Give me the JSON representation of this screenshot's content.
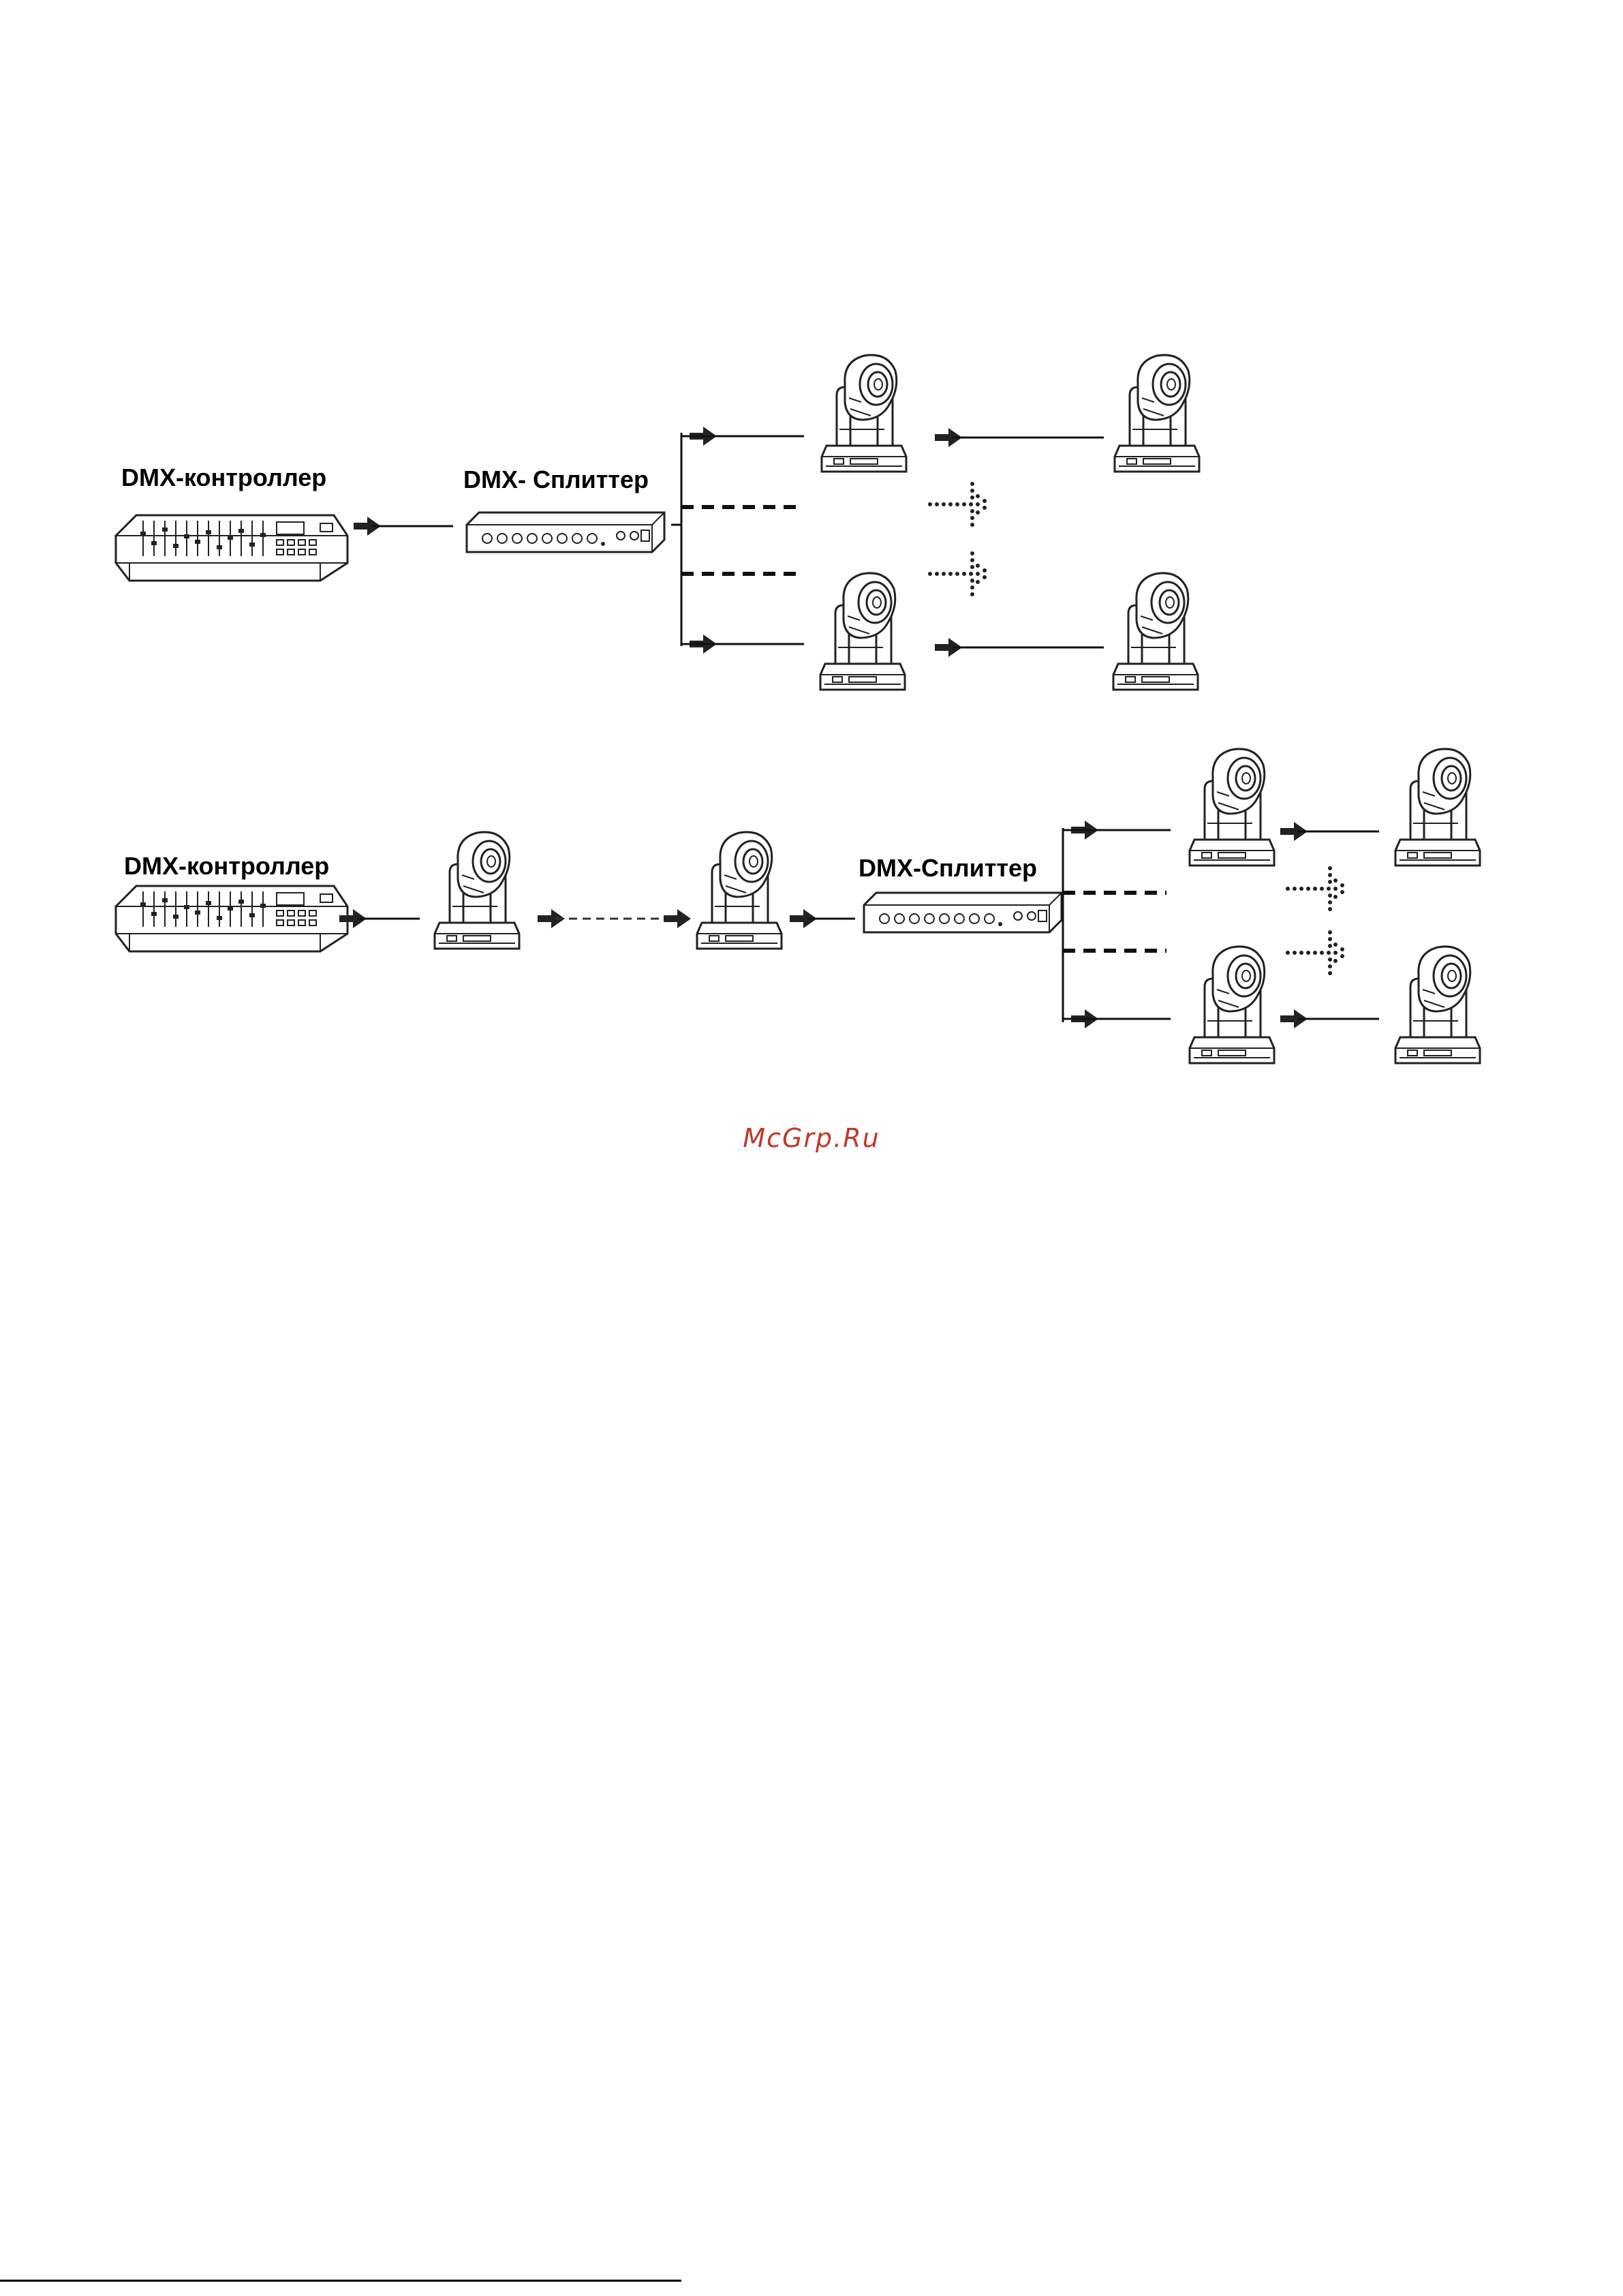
{
  "diagram1": {
    "controller_label": "DMX-контроллер",
    "splitter_label": "DMX- Сплиттер"
  },
  "diagram2": {
    "controller_label": "DMX-контроллер",
    "splitter_label": "DMX-Сплиттер"
  },
  "watermark": {
    "text": "McGrp.Ru",
    "color": "#c0392b"
  },
  "icons": [
    "dmx-controller",
    "dmx-splitter",
    "moving-head-light",
    "arrow"
  ]
}
